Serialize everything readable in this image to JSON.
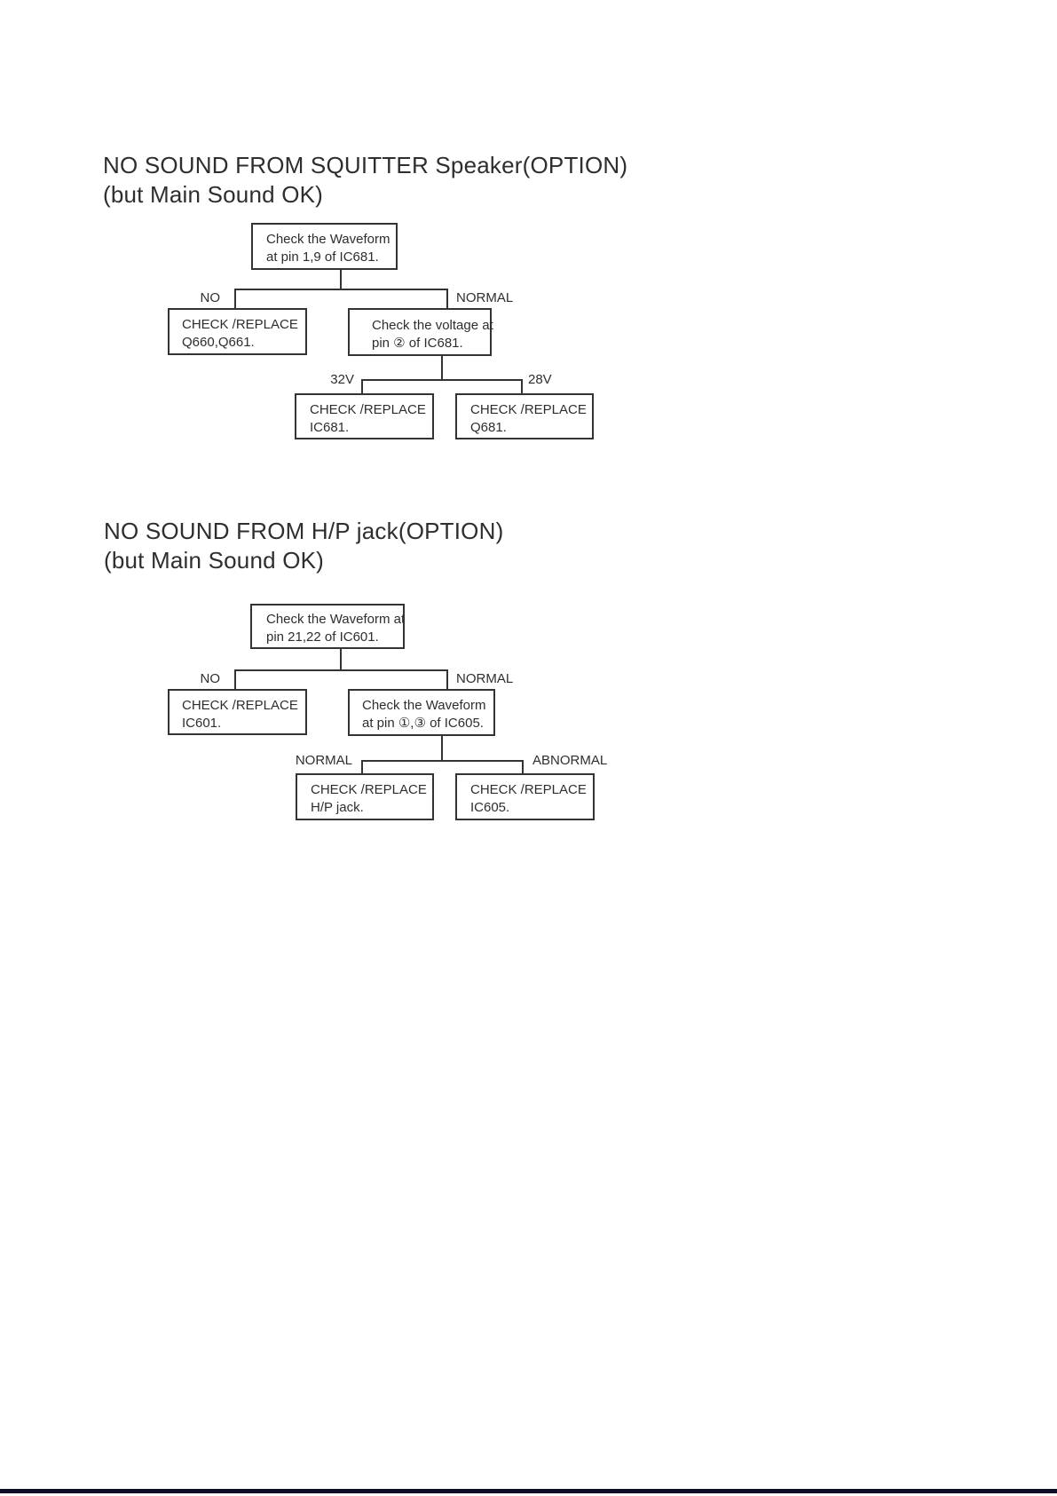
{
  "page": {
    "colors": {
      "background": "#ffffff",
      "ink": "#333333",
      "text": "#2e2e2e",
      "footer_bar": "#0d0d26"
    }
  },
  "flowcharts": [
    {
      "title_line1": "NO SOUND FROM SQUITTER Speaker(OPTION)",
      "title_line2": "(but Main Sound OK)",
      "root": {
        "line1": "Check the Waveform",
        "line2": "at pin 1,9 of IC681."
      },
      "branch1": {
        "left_label": "NO",
        "right_label": "NORMAL",
        "left_box": {
          "line1": "CHECK /REPLACE",
          "line2": "Q660,Q661."
        },
        "right_box": {
          "line1": "Check the voltage at",
          "line2": "pin ② of IC681."
        }
      },
      "branch2": {
        "left_label": "32V",
        "right_label": "28V",
        "left_box": {
          "line1": "CHECK /REPLACE",
          "line2": "IC681."
        },
        "right_box": {
          "line1": "CHECK /REPLACE",
          "line2": "Q681."
        }
      }
    },
    {
      "title_line1": "NO SOUND FROM H/P jack(OPTION)",
      "title_line2": "(but Main Sound OK)",
      "root": {
        "line1": "Check the Waveform at",
        "line2": "pin 21,22 of IC601."
      },
      "branch1": {
        "left_label": "NO",
        "right_label": "NORMAL",
        "left_box": {
          "line1": "CHECK /REPLACE",
          "line2": "IC601."
        },
        "right_box": {
          "line1": "Check the Waveform",
          "line2": "at pin ①,③ of IC605."
        }
      },
      "branch2": {
        "left_label": "NORMAL",
        "right_label": "ABNORMAL",
        "left_box": {
          "line1": "CHECK /REPLACE",
          "line2": "H/P jack."
        },
        "right_box": {
          "line1": "CHECK /REPLACE",
          "line2": "IC605."
        }
      }
    }
  ]
}
